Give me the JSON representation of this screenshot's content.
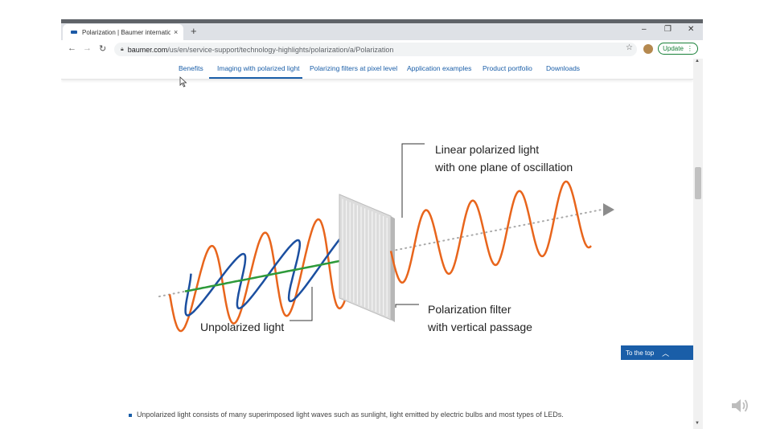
{
  "browser": {
    "tab_title": "Polarization | Baumer internation",
    "tab_close": "×",
    "new_tab": "+",
    "url_host": "baumer.com",
    "url_path": "/us/en/service-support/technology-highlights/polarization/a/Polarization",
    "update_label": "Update",
    "minimize": "–",
    "restore": "❐",
    "close": "✕"
  },
  "subnav": {
    "items": [
      {
        "label": "Benefits"
      },
      {
        "label": "Imaging with polarized light",
        "active": true
      },
      {
        "label": "Polarizing filters at pixel level"
      },
      {
        "label": "Application examples"
      },
      {
        "label": "Product portfolio"
      },
      {
        "label": "Downloads"
      }
    ]
  },
  "diagram": {
    "label_linear_1": "Linear polarized light",
    "label_linear_2": "with one plane of oscillation",
    "label_filter_1": "Polarization filter",
    "label_filter_2": "with vertical passage",
    "label_unpolarized": "Unpolarized light",
    "colors": {
      "orange": "#e8651c",
      "blue": "#1b4fa0",
      "green": "#2e9a3a",
      "axis": "#a9a9a9"
    }
  },
  "to_top_label": "To the top",
  "bullet_text": "Unpolarized light consists of many superimposed light waves such as sunlight, light emitted by electric bulbs and most types of LEDs."
}
